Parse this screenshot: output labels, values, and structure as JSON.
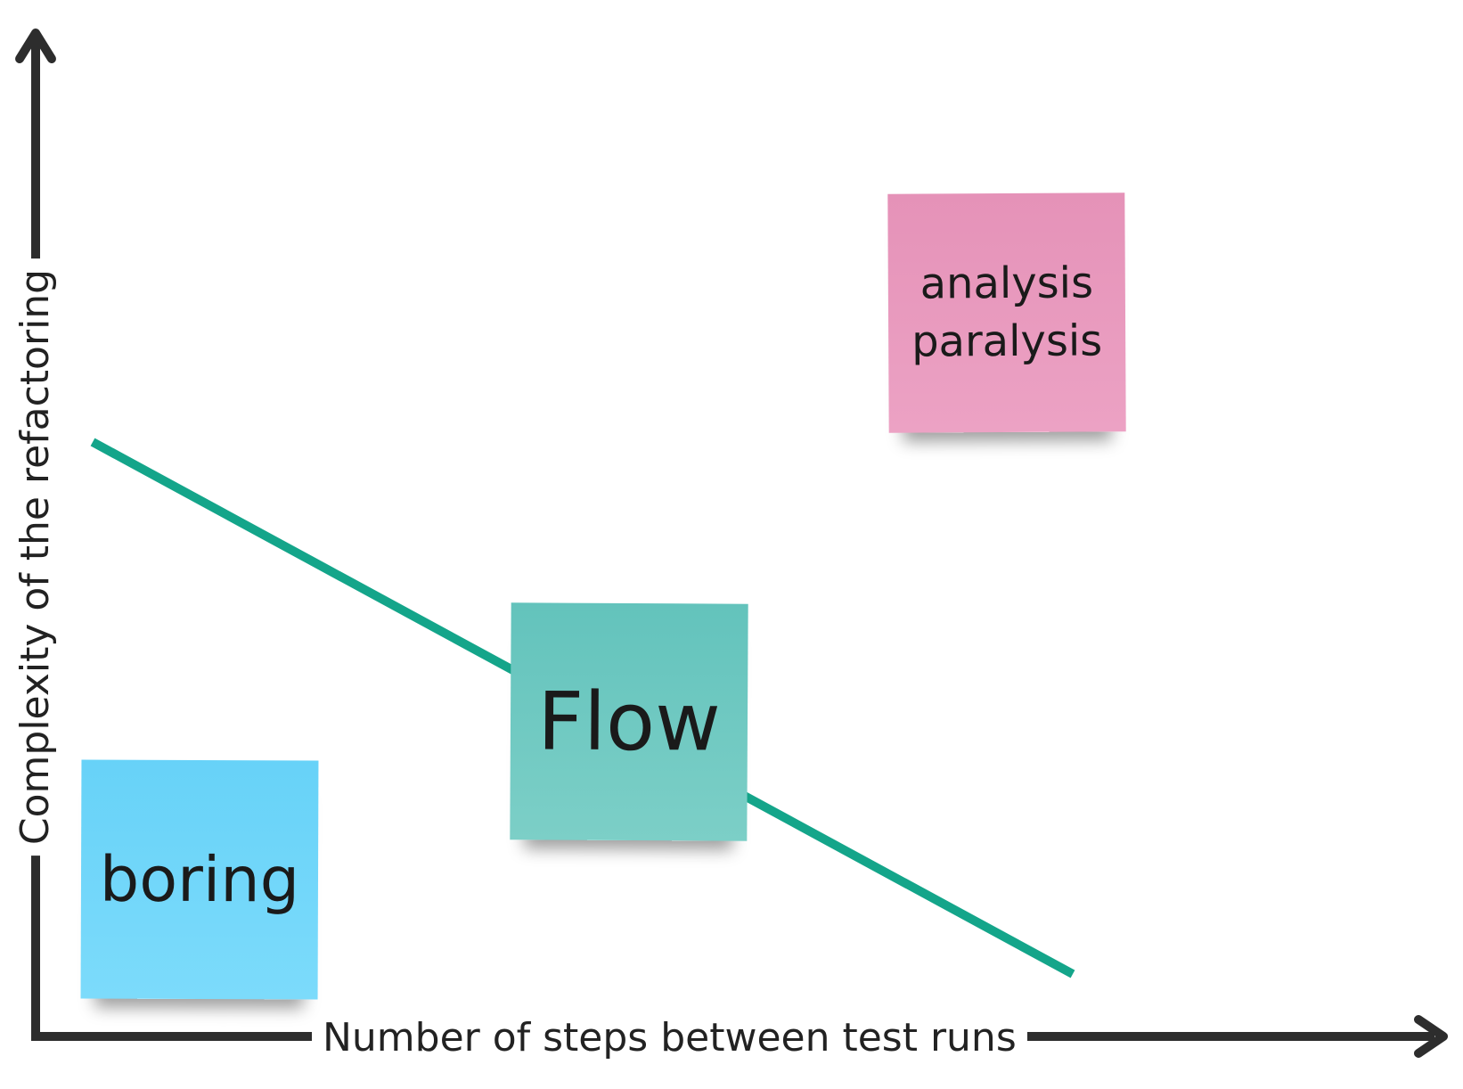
{
  "axes": {
    "x_label": "Number of steps between test runs",
    "y_label": "Complexity of the refactoring",
    "color": "#2d2d2d"
  },
  "trend_line": {
    "color": "#14a58a"
  },
  "notes": {
    "boring": {
      "text": "boring",
      "color": "#6fd5fa"
    },
    "flow": {
      "text": "Flow",
      "color": "#6ec8c1"
    },
    "analysis_paralysis": {
      "text": "analysis paralysis",
      "color": "#e99bbf"
    }
  }
}
